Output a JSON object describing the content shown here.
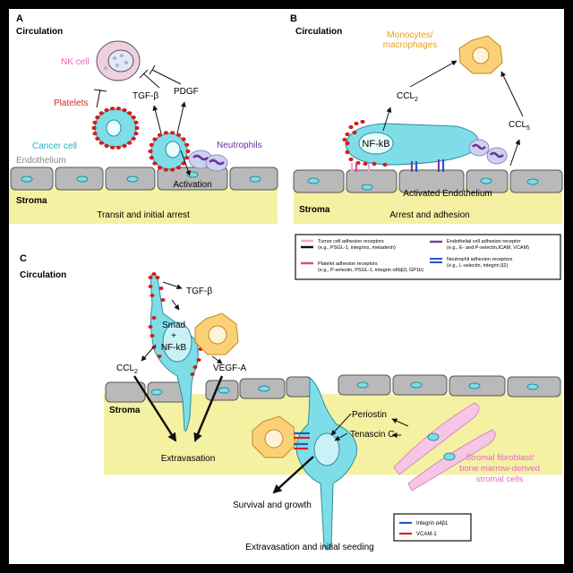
{
  "panel_a": {
    "letter": "A",
    "circulation": "Circulation",
    "nk_cell": "NK cell",
    "platelets": "Platelets",
    "cancer_cell": "Cancer cell",
    "tgf_beta": "TGF-β",
    "pdgf": "PDGF",
    "neutrophils": "Neutrophils",
    "endothelium": "Endothelium",
    "activation": "Activation",
    "stroma": "Stroma",
    "caption": "Transit and initial arrest"
  },
  "panel_b": {
    "letter": "B",
    "circulation": "Circulation",
    "monocytes_line1": "Monocytes/",
    "monocytes_line2": "macrophages",
    "ccl2": "CCL",
    "ccl2_sub": "2",
    "ccl5": "CCL",
    "ccl5_sub": "5",
    "nfkb": "NF-kB",
    "activated_endothelium": "Activated Endothelium",
    "stroma": "Stroma",
    "caption": "Arrest and adhesion"
  },
  "legend_top": {
    "tumor_title": "Tumor cell adhesion receptors",
    "tumor_examples": "(e.g., PSGL-1, integrins, metaderin)",
    "platelet_title": "Platelet adhesion receptors",
    "platelet_examples": "(e.g., P-selectin, PSGL-1, integrin αIIbβ3, GP1b)",
    "endothelial_title": "Endothelial cell adhesion receptor",
    "endothelial_examples": "(e.g., E- and P-selectin,ICAM, VCAM)",
    "neutrophil_title": "Neutrophil adhesion receptors",
    "neutrophil_examples": "(e.g., L-selectin, integrin β2)",
    "colors": {
      "tumor": "#f4a6c8",
      "tumor2": "#111111",
      "platelet": "#e0468f",
      "endothelial": "#7b3fa0",
      "neutrophil": "#2458c6"
    }
  },
  "panel_c": {
    "letter": "C",
    "circulation": "Circulation",
    "tgf_beta": "TGF-β",
    "smad_line1": "Smad",
    "smad_line2": "+",
    "smad_line3": "NF-kB",
    "ccl2": "CCL",
    "ccl2_sub": "2",
    "vegfa": "VEGF-A",
    "stroma": "Stroma",
    "extravasation": "Extravasation",
    "periostin": "Periostin",
    "tenascin": "Tenascin C",
    "fibroblast_line1": "Stromal fibroblast/",
    "fibroblast_line2": "bone marrow-derived",
    "fibroblast_line3": "stromal cells",
    "survival": "Survival and growth",
    "caption": "Extravasation and initial seeding"
  },
  "legend_c": {
    "integrin": "Integrin α4β1",
    "vcam": "VCAM-1",
    "colors": {
      "integrin": "#2458c6",
      "vcam": "#d81f1f"
    }
  },
  "colors": {
    "cancer": "#7fdde8",
    "cancer_stroke": "#2a8fa0",
    "stroma": "#f4f1a3",
    "endothelium": "#b9b9b9",
    "platelet": "#d41c1c",
    "monocyte": "#fbd178",
    "nk": "#efd0e0",
    "neutrophil": "#cdd2ee",
    "fibroblast": "#f7c6e6",
    "label_red": "#d42a2a",
    "label_cyan": "#17b5c9",
    "label_pink": "#e868c0",
    "label_gray": "#8a8a8a",
    "label_orange": "#e6a21b",
    "label_purple": "#6d2fa0"
  }
}
